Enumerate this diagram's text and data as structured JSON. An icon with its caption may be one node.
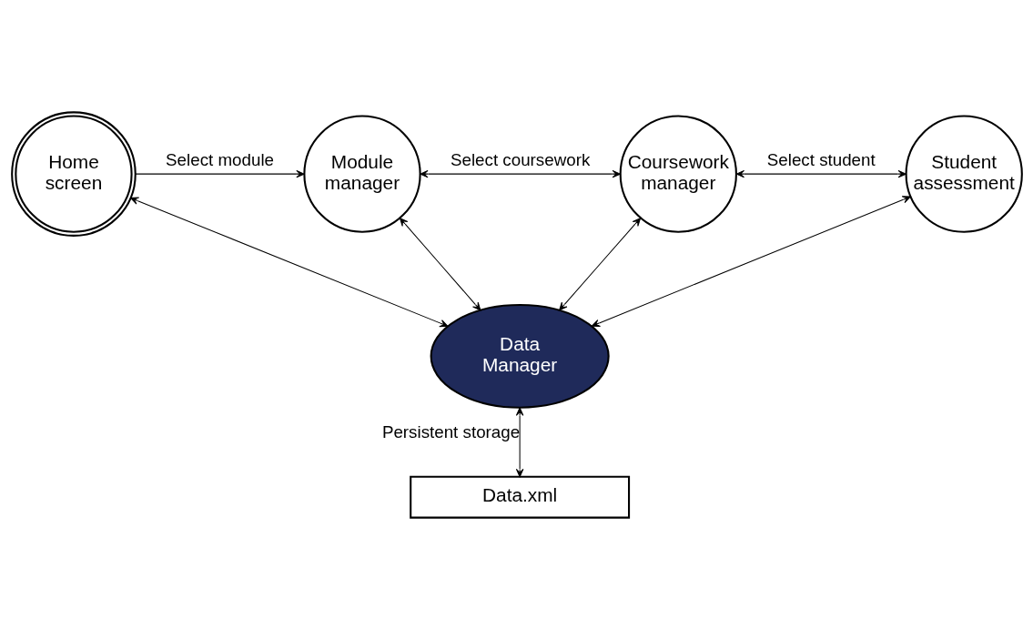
{
  "diagram": {
    "nodes": [
      {
        "text": [
          "Home screen"
        ]
      },
      {
        "text": [
          "Module manager"
        ]
      },
      {
        "text": [
          "Coursework manager"
        ]
      },
      {
        "text": [
          "Student assessment"
        ]
      },
      {
        "text": [
          "Data Manager"
        ]
      },
      {
        "text": [
          "Data.xml"
        ]
      }
    ],
    "edges": [
      {
        "from": 0,
        "to": 1,
        "arrow": "to",
        "label": "Select module"
      },
      {
        "from": 1,
        "to": 2,
        "arrow": "both",
        "label": "Select coursework"
      },
      {
        "from": 2,
        "to": 3,
        "arrow": "both",
        "label": "Select student"
      },
      {
        "from": 0,
        "to": 4,
        "arrow": "both"
      },
      {
        "from": 1,
        "to": 4,
        "arrow": "both"
      },
      {
        "from": 2,
        "to": 4,
        "arrow": "both"
      },
      {
        "from": 3,
        "to": 4,
        "arrow": "both"
      },
      {
        "from": 4,
        "to": 5,
        "arrow": "both",
        "label": "Persistent storage"
      }
    ]
  }
}
